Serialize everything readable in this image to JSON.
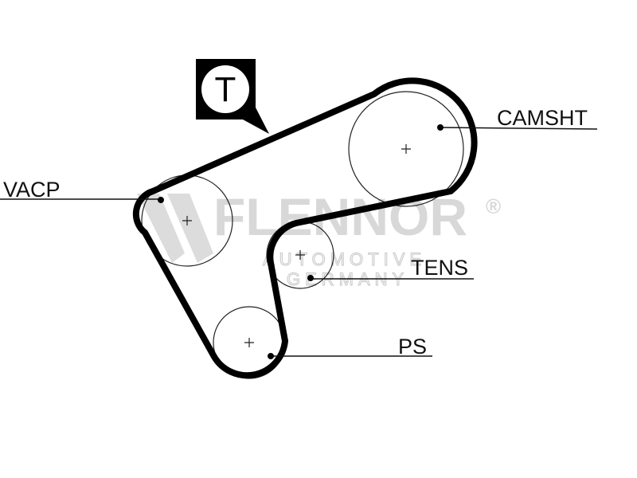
{
  "diagram": {
    "badge_letter": "T",
    "watermark": {
      "brand": "FLENNOR",
      "registered": "®",
      "line1": "AUTOMOTIVE",
      "line2": "GERMANY"
    },
    "pulleys": [
      {
        "id": "camsht",
        "label": "CAMSHT"
      },
      {
        "id": "vacp",
        "label": "VACP"
      },
      {
        "id": "tens",
        "label": "TENS"
      },
      {
        "id": "ps",
        "label": "PS"
      }
    ],
    "colors": {
      "belt": "#000000",
      "watermark": "#d8d8d8"
    }
  }
}
